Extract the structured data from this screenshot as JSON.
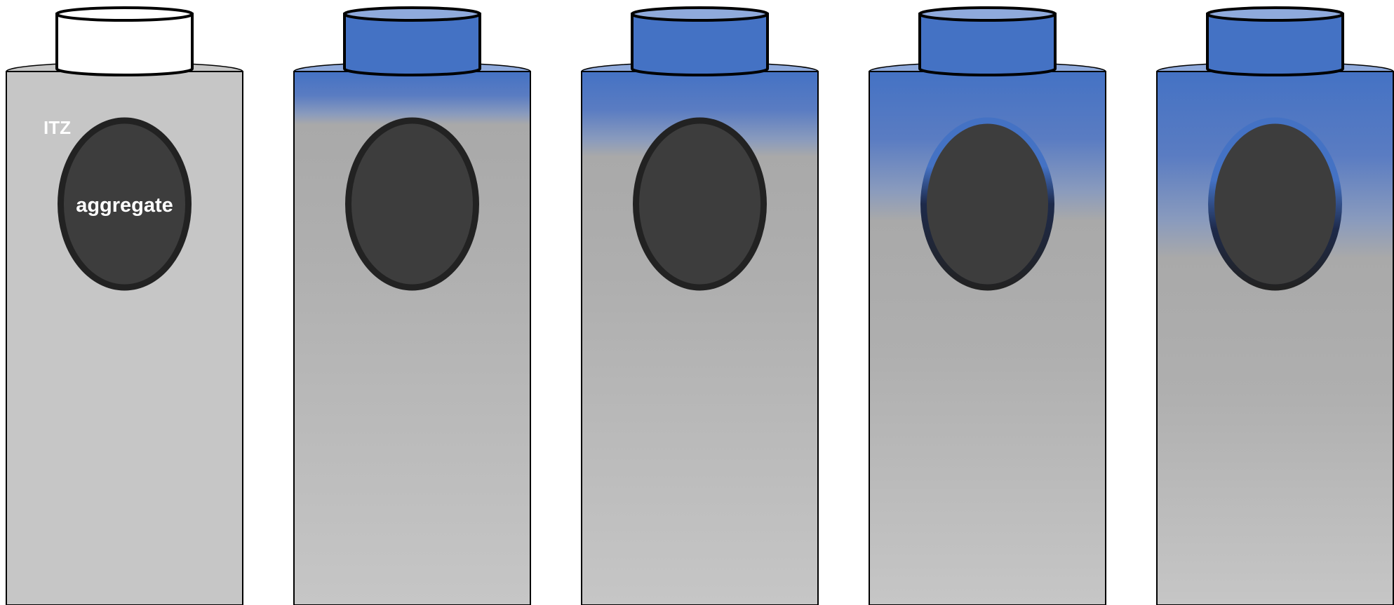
{
  "diagram": {
    "labels": {
      "itz": "ITZ",
      "aggregate": "aggregate"
    },
    "colors": {
      "paste_gray": "#c6c6c6",
      "paste_gray_dark": "#a9a9a9",
      "water_blue": "#4472c4",
      "water_blue_light": "#8faadc",
      "aggregate": "#3d3d3d",
      "outline": "#222222",
      "itz_blue": "#4472c4",
      "itz_navy": "#1e2a4a"
    },
    "stages": [
      {
        "id": "dry",
        "water": false,
        "front": 0.0,
        "itz_wetting": 0.0
      },
      {
        "id": "stage-2",
        "water": true,
        "front": 0.1,
        "itz_wetting": 0.0
      },
      {
        "id": "stage-3",
        "water": true,
        "front": 0.16,
        "itz_wetting": 0.0
      },
      {
        "id": "stage-4",
        "water": true,
        "front": 0.28,
        "itz_wetting": 0.5
      },
      {
        "id": "stage-5",
        "water": true,
        "front": 0.35,
        "itz_wetting": 0.65
      }
    ]
  }
}
